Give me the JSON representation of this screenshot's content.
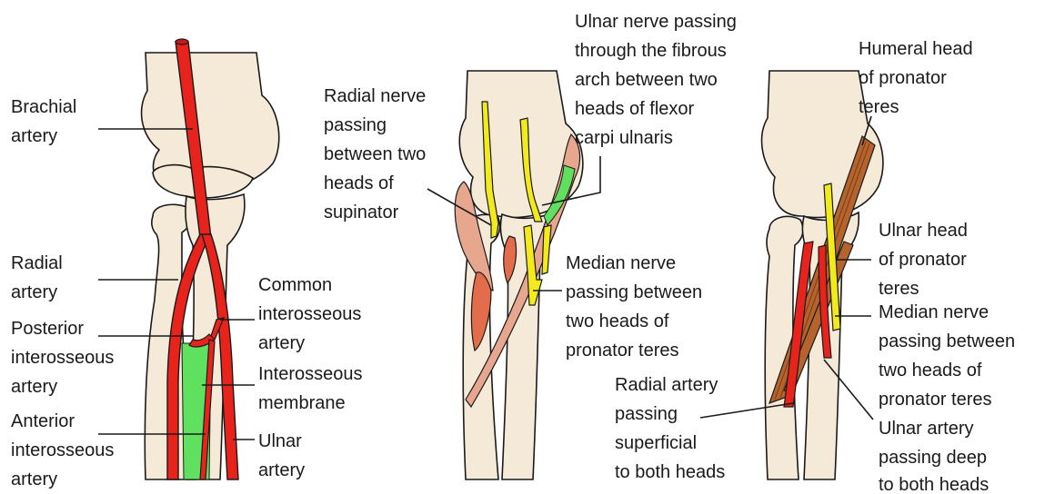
{
  "panel_left": {
    "labels": {
      "brachial_artery": [
        "Brachial",
        "artery"
      ],
      "radial_artery": [
        "Radial",
        "artery"
      ],
      "posterior_interosseous_artery": [
        "Posterior",
        "interosseous",
        "artery"
      ],
      "anterior_interosseous_artery": [
        "Anterior",
        "interosseous",
        "artery"
      ],
      "common_interosseous_artery": [
        "Common",
        "interosseous",
        "artery"
      ],
      "interosseous_membrane": [
        "Interosseous",
        "membrane"
      ],
      "ulnar_artery": [
        "Ulnar",
        "artery"
      ]
    }
  },
  "panel_middle": {
    "labels": {
      "radial_nerve": [
        "Radial nerve",
        "passing",
        "between two",
        "heads of",
        "supinator"
      ],
      "ulnar_nerve": [
        "Ulnar nerve passing",
        "through the fibrous",
        "arch between two",
        "heads of flexor",
        "carpi ulnaris"
      ],
      "median_nerve": [
        "Median nerve",
        "passing between",
        "two heads of",
        " pronator teres"
      ]
    }
  },
  "panel_right": {
    "labels": {
      "humeral_head": [
        "Humeral head",
        "of pronator",
        "teres"
      ],
      "ulnar_head": [
        "Ulnar head",
        "of pronator",
        "teres"
      ],
      "median_nerve": [
        "Median nerve",
        "passing between",
        "two heads of",
        "pronator teres"
      ],
      "radial_artery": [
        "Radial artery",
        "passing",
        "superficial",
        "to both heads"
      ],
      "ulnar_artery": [
        "Ulnar artery",
        "passing deep",
        "to both heads"
      ]
    }
  },
  "colors": {
    "bone": "#f5ead8",
    "artery": "#e8231c",
    "nerve": "#f3ea1c",
    "membrane": "#5fe15f",
    "muscle": "#e7a68e",
    "pronator": "#b5642e",
    "supinator": "#e36c4a"
  }
}
